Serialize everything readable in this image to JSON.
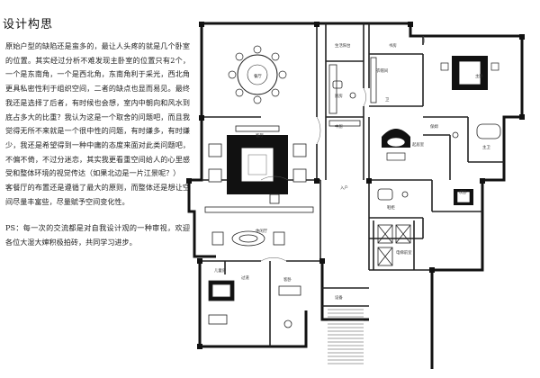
{
  "title": "设计构思",
  "paragraphs": [
    "原始户型的缺陷还是蛮多的，最让人头疼的就是几个卧室的位置。其实经过分析不难发现主卧室的位置只有2个，一个是东南角，一个是西北角，东南角利于采光，西北角更具私密性利于组织空间，二者的缺点也显而易见。最终我还是选择了后者，有时候也会想，室内中朝向和风水到底占多大的比重？我认为这是一个取舍的问题吧，而且我觉得无所不来就是一个很中性的问题，有时嫌多，有时嫌少，我还是希望得到一种中庸的态度来面对此类问题吧，不偏不倚，不过分迷恋，其实我更看重空间给人的心里感受和整体环境的视觉传达（如果北边是一片江景呢？）",
    "客餐厅的布置还是遵循了最大的原则，而整体还是想让空间尽量丰富些，尽量赋予空间变化性。",
    "PS：每一次的交流都是对自我设计观的一种审视，欢迎各位大湿大婶积极拍砖，共同学习进步。"
  ],
  "rooms": {
    "living_balcony": "生活阳台",
    "kitchen": "厨房",
    "dining": "餐厅",
    "middle_kitchen": "中厨",
    "living": "客厅",
    "leisure": "休闲厅",
    "nanny": "保姆",
    "toilet": "卫",
    "study": "书房",
    "cloak": "衣帽间",
    "master_bedroom": "主卧",
    "master_bath": "主卫",
    "lounge": "起居室",
    "bedroom": "次卧",
    "kids": "儿童房",
    "guest": "客卧",
    "elevator_hall": "电梯前室",
    "passage": "过道",
    "entrance": "入户",
    "shoe": "鞋柜",
    "equipment": "设备"
  }
}
